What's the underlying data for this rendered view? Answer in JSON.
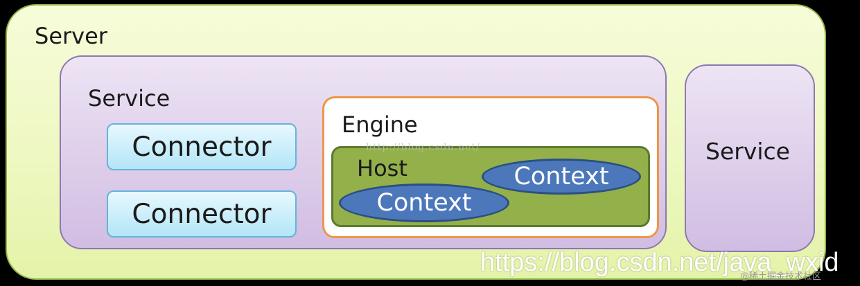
{
  "diagram": {
    "server": {
      "label": "Server"
    },
    "service_main": {
      "label": "Service",
      "connectors": [
        {
          "label": "Connector"
        },
        {
          "label": "Connector"
        }
      ],
      "engine": {
        "label": "Engine",
        "host": {
          "label": "Host",
          "contexts": [
            {
              "label": "Context"
            },
            {
              "label": "Context"
            }
          ]
        }
      }
    },
    "service_side": {
      "label": "Service"
    }
  },
  "watermarks": {
    "inner": "http://blog.csdn.net/",
    "url": "https://blog.csdn.net/java_wxid",
    "corner": "@稀土掘金技术社区"
  },
  "colors": {
    "background": "#000000",
    "server_fill": "#eef8c2",
    "service_fill": "#dccce9",
    "connector_fill": "#cdeffb",
    "engine_border": "#f0954a",
    "host_fill": "#93b04a",
    "context_fill": "#4c78bb"
  }
}
